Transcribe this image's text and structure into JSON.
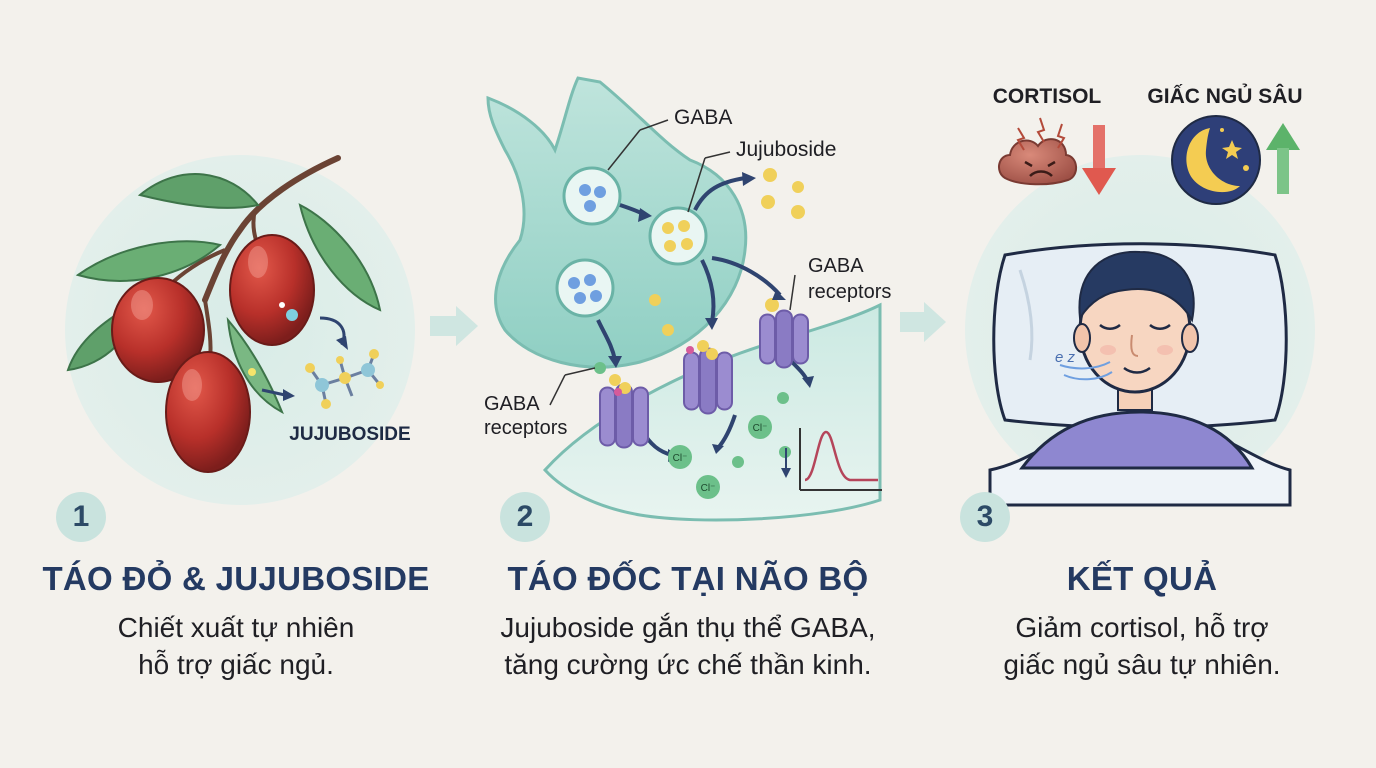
{
  "steps": [
    {
      "number": "1",
      "title": "TÁO ĐỎ & JUJUBOSIDE",
      "description_line1": "Chiết xuất tự nhiên",
      "description_line2": "hỗ trợ giấc ngủ."
    },
    {
      "number": "2",
      "title": "TÁO ĐỐC TẠI NÃO BỘ",
      "description_line1": "Jujuboside gắn thụ thể GABA,",
      "description_line2": "tăng cường ức chế thần kinh."
    },
    {
      "number": "3",
      "title": "KẾT QUẢ",
      "description_line1": "Giảm cortisol, hỗ trợ",
      "description_line2": "giấc ngủ sâu tự nhiên."
    }
  ],
  "labels": {
    "jujuboside_caps": "JUJUBOSIDE",
    "gaba": "GABA",
    "jujuboside": "Jujuboside",
    "gaba_receptors_right_1": "GABA",
    "gaba_receptors_right_2": "receptors",
    "gaba_receptors_left_1": "GABA",
    "gaba_receptors_left_2": "receptors",
    "chloride": "Cl⁻",
    "cortisol": "CORTISOL",
    "deep_sleep": "GIẤC NGỦ SÂU",
    "snore": "e z"
  },
  "colors": {
    "title": "#243a62",
    "badge": "#c9e3de",
    "neuron": "#a8d8cf",
    "receptor": "#9b8cd0",
    "gaba_molecule": "#6f9fe0",
    "jujuboside_molecule": "#f0d05a",
    "down_arrow": "#e0594f",
    "up_arrow": "#5cb36a"
  },
  "icons": [
    "jujube-branch-icon",
    "molecule-icon",
    "neuron-synapse-icon",
    "cortisol-stress-icon",
    "moon-stars-icon",
    "sleeping-person-icon",
    "arrow-right-icon",
    "arrow-down-icon",
    "arrow-up-icon",
    "signal-graph-icon"
  ]
}
